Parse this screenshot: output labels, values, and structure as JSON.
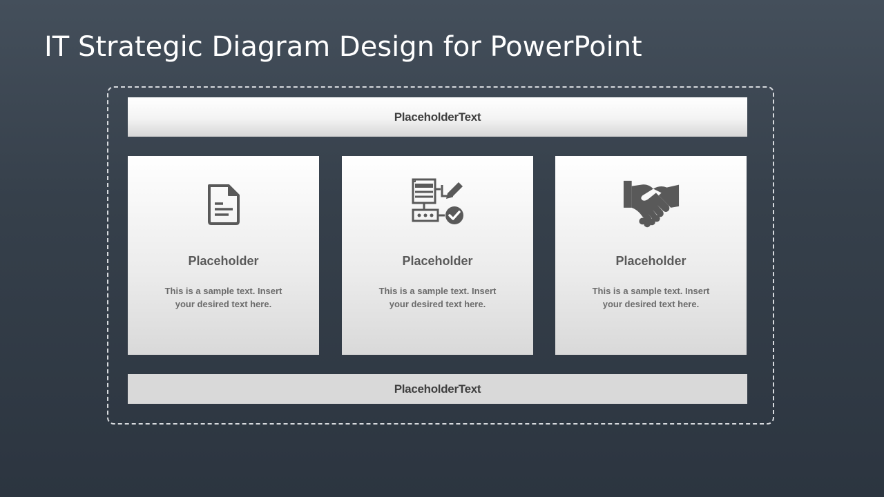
{
  "slide": {
    "title": "IT Strategic Diagram Design for PowerPoint"
  },
  "diagram": {
    "top_bar_label": "PlaceholderText",
    "bottom_bar_label": "PlaceholderText",
    "cards": [
      {
        "icon": "document-icon",
        "title": "Placeholder",
        "text": "This is a sample text. Insert your desired text here."
      },
      {
        "icon": "workflow-approval-icon",
        "title": "Placeholder",
        "text": "This is a sample text. Insert your desired text here."
      },
      {
        "icon": "handshake-icon",
        "title": "Placeholder",
        "text": "This is a sample text. Insert your desired text here."
      }
    ]
  },
  "colors": {
    "background_top": "#444f5b",
    "background_bottom": "#2c3540",
    "title_text": "#ffffff",
    "frame_border": "#d7dade",
    "bar_text": "#3f3f3f",
    "card_title": "#595959",
    "card_body": "#6b6b6b",
    "icon": "#595959"
  }
}
